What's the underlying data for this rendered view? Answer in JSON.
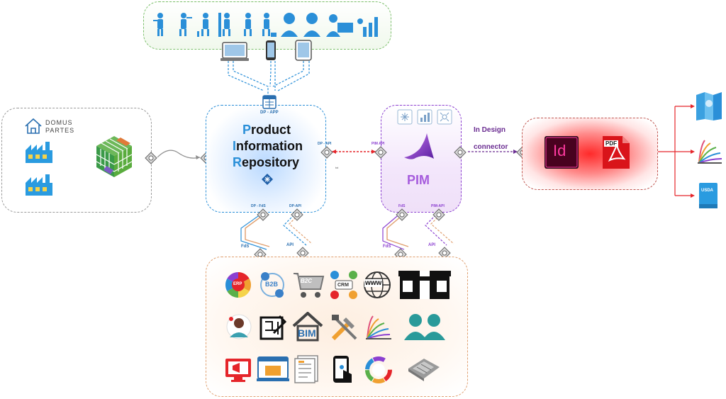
{
  "brand": {
    "line1": "DOMUS",
    "line2": "PARTES"
  },
  "pir": {
    "app_label": "DP - APP",
    "title_lines": [
      {
        "cap": "P",
        "rest": "roduct"
      },
      {
        "cap": "I",
        "rest": "nformation"
      },
      {
        "cap": "R",
        "rest": "epository"
      }
    ],
    "api_right_label": "DP - API",
    "port_fds_label": "DP - FdS",
    "port_api_label": "DP-API",
    "link_label": "txt"
  },
  "pim": {
    "title": "PIM",
    "api_left_label": "PIM API",
    "port_fds_label": "FdS",
    "port_api_label": "PIM-API"
  },
  "indesign": {
    "line1": "In Design",
    "line2": "connector"
  },
  "output": {
    "id_label": "Id",
    "pdf_label": "PDF",
    "usda_label": "USDA"
  },
  "bottom_ports": {
    "left_fds": "FdS",
    "left_api": "API",
    "right_fds": "FdS",
    "right_api": "API"
  },
  "channels": {
    "erp": "ERP",
    "b2b": "B2B",
    "b2c": "B2C",
    "crm": "CRM",
    "www": "www",
    "bim": "BIM"
  },
  "colors": {
    "blue": "#2a8fd8",
    "purple": "#8b3fd0",
    "red": "#e5252a",
    "green_dash": "#7bbf6a",
    "orange_dash": "#e0a070",
    "gray_dash": "#9a9a9a",
    "indesign_purple": "#6a2c91"
  }
}
